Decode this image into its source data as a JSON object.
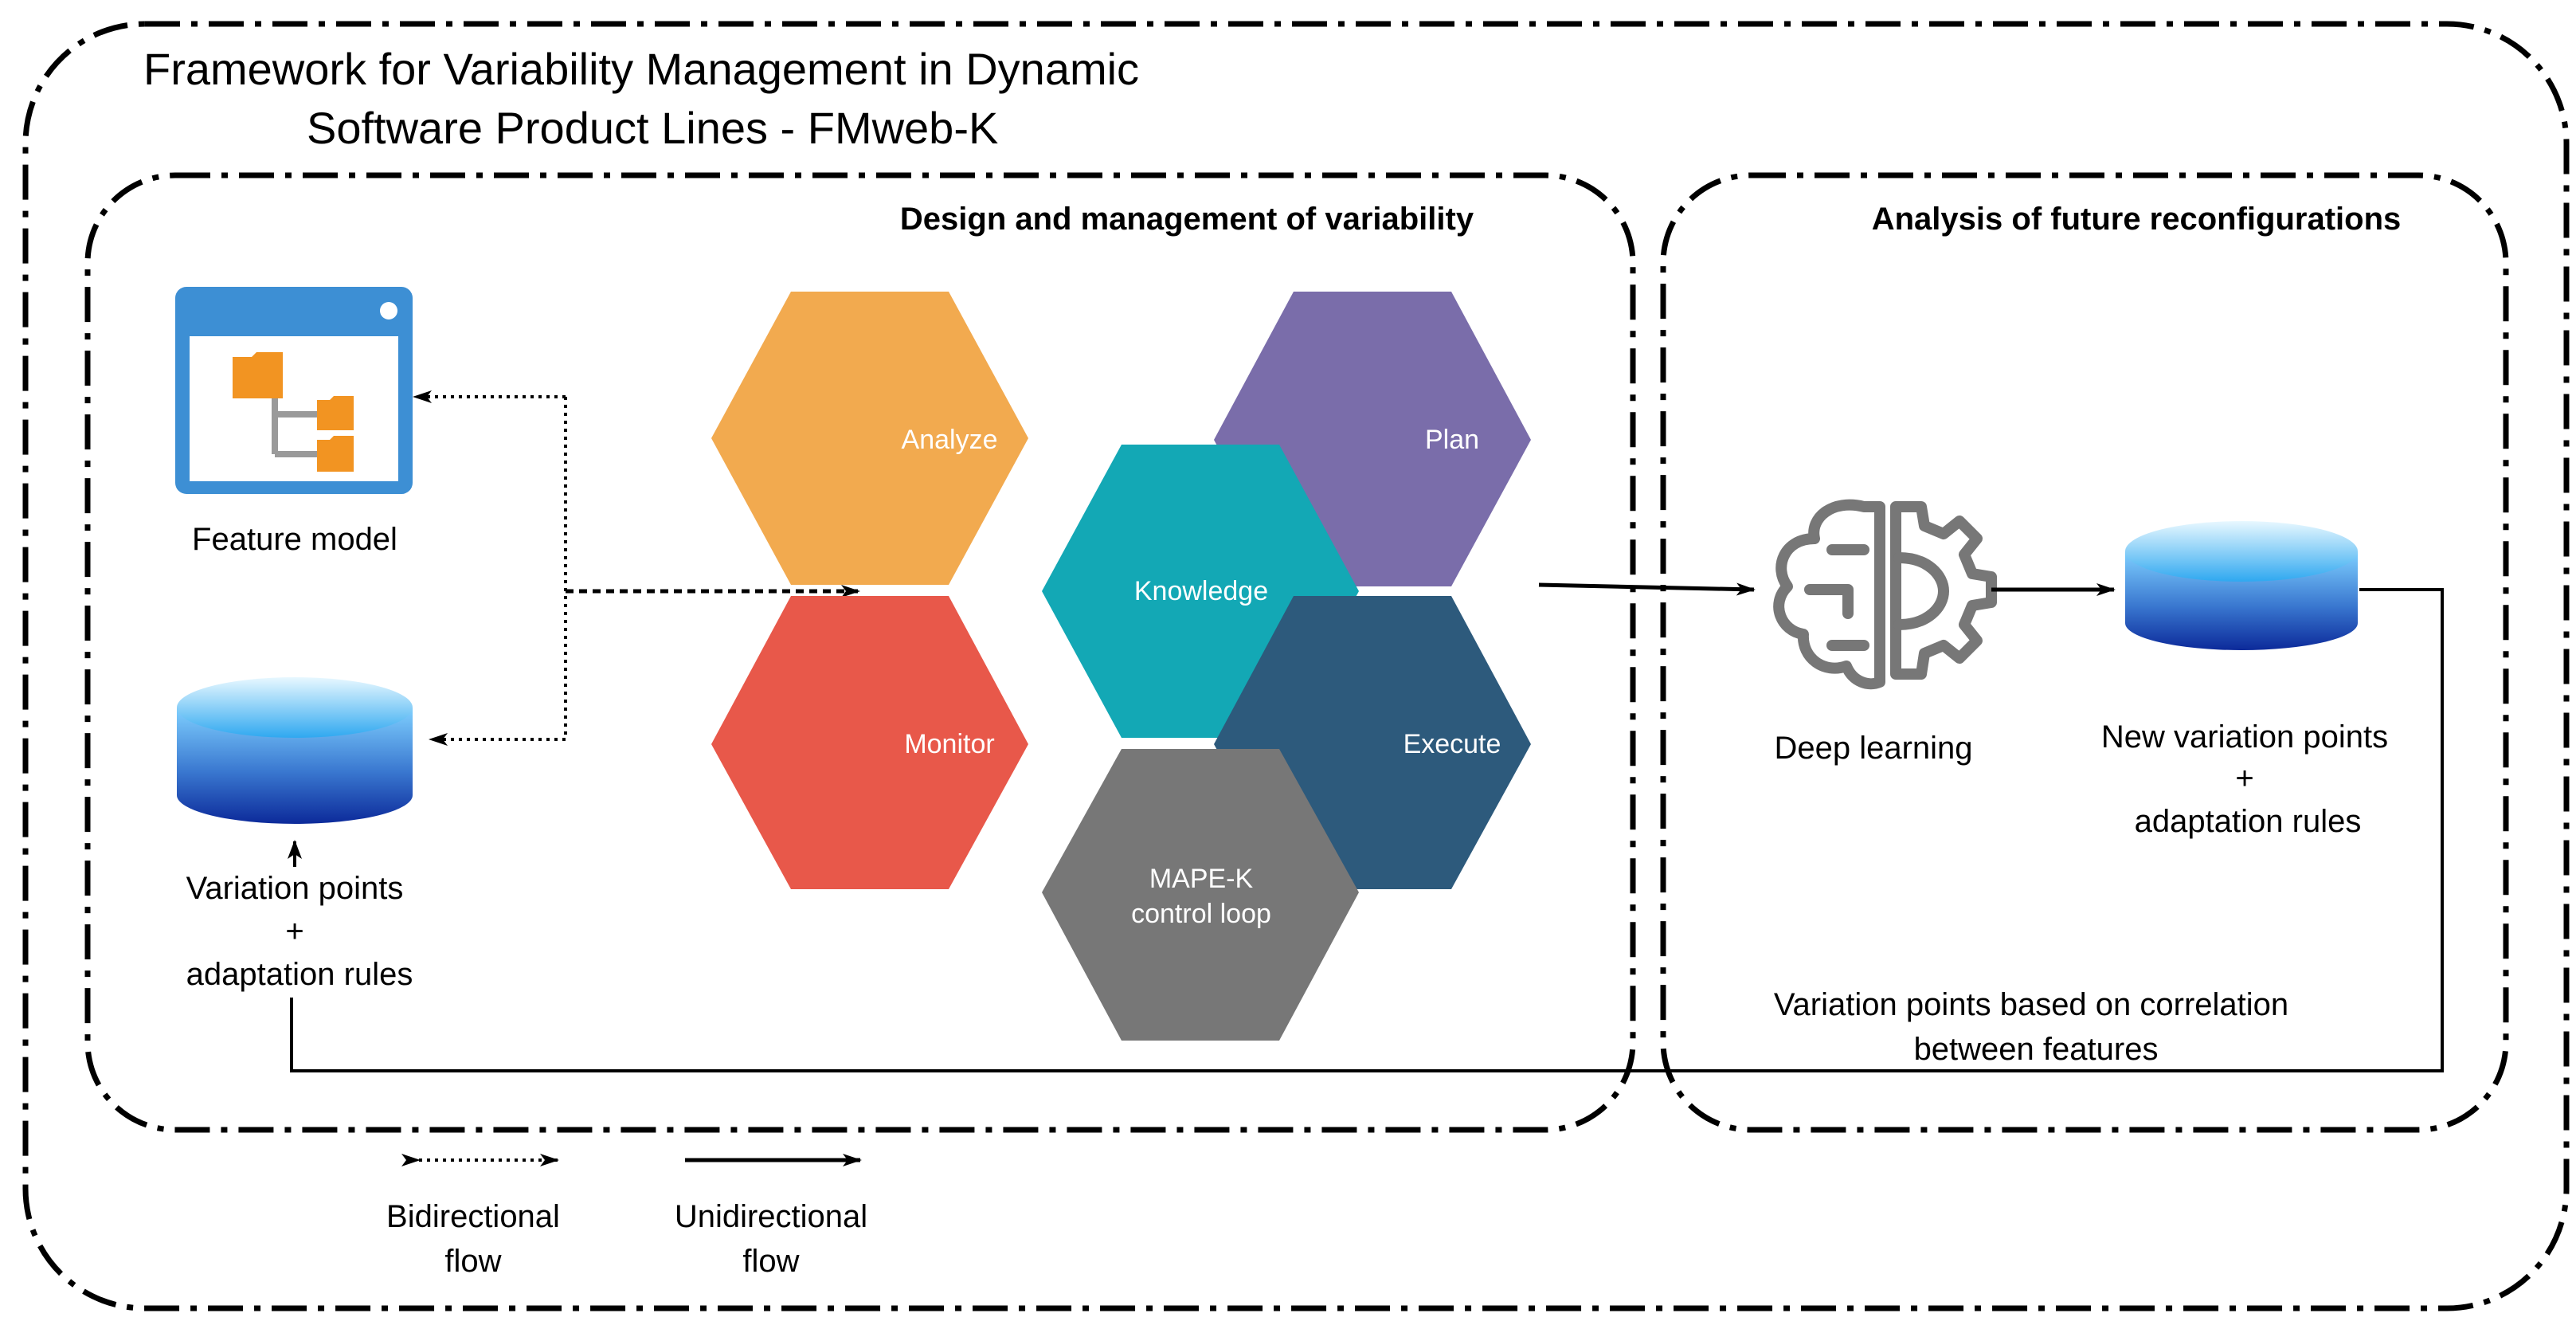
{
  "title": {
    "line1": "Framework for Variability Management in Dynamic",
    "line2": "Software Product Lines - FMweb-K"
  },
  "sections": {
    "design": "Design and management of variability",
    "analysis": "Analysis of future reconfigurations"
  },
  "left": {
    "feature_model": "Feature model",
    "variation_line1": "Variation points",
    "variation_line2": "+",
    "variation_line3": "adaptation rules"
  },
  "mapek": {
    "analyze": "Analyze",
    "plan": "Plan",
    "knowledge": "Knowledge",
    "monitor": "Monitor",
    "execute": "Execute",
    "loop_line1": "MAPE-K",
    "loop_line2": "control loop"
  },
  "right": {
    "deep_learning": "Deep learning",
    "new_line1": "New variation points",
    "new_line2": "+",
    "new_line3": "adaptation rules",
    "corr_line1": "Variation points based on correlation",
    "corr_line2": "between features"
  },
  "legend": {
    "bi_line1": "Bidirectional",
    "bi_line2": "flow",
    "uni_line1": "Unidirectional",
    "uni_line2": "flow"
  },
  "colors": {
    "analyze": "#F2AA4F",
    "plan": "#7A6DAA",
    "knowledge": "#13A8B5",
    "monitor": "#E8584A",
    "execute": "#2D5A7C",
    "mapek": "#777777",
    "feature_window": "#3D8FD4",
    "folder": "#F29422"
  },
  "icons": [
    "feature-model-window-icon",
    "database-icon",
    "brain-gear-icon"
  ]
}
